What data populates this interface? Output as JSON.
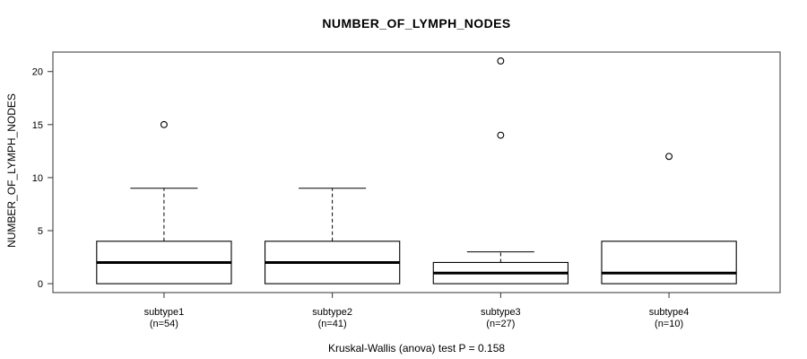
{
  "chart_data": {
    "type": "boxplot",
    "title": "NUMBER_OF_LYMPH_NODES",
    "ylabel": "NUMBER_OF_LYMPH_NODES",
    "xlabel": "",
    "caption": "Kruskal-Wallis (anova) test P = 0.158",
    "yticks": [
      0,
      5,
      10,
      15,
      20
    ],
    "ylim": [
      -0.84,
      21.84
    ],
    "grid": false,
    "legend": false,
    "groups": [
      {
        "label": "subtype1",
        "sublabel": "(n=54)",
        "n": 54,
        "q1": 0,
        "median": 2,
        "q3": 4,
        "whisker_low": 0,
        "whisker_high": 9,
        "outliers": [
          15
        ]
      },
      {
        "label": "subtype2",
        "sublabel": "(n=41)",
        "n": 41,
        "q1": 0,
        "median": 2,
        "q3": 4,
        "whisker_low": 0,
        "whisker_high": 9,
        "outliers": []
      },
      {
        "label": "subtype3",
        "sublabel": "(n=27)",
        "n": 27,
        "q1": 0,
        "median": 1,
        "q3": 2,
        "whisker_low": 0,
        "whisker_high": 3,
        "outliers": [
          14,
          21
        ]
      },
      {
        "label": "subtype4",
        "sublabel": "(n=10)",
        "n": 10,
        "q1": 0,
        "median": 1,
        "q3": 4,
        "whisker_low": 0,
        "whisker_high": 4,
        "outliers": [
          12
        ]
      }
    ],
    "colors": {
      "box_border": "#000000",
      "median": "#000000",
      "whisker": "#000000",
      "outlier": "#000000",
      "frame": "#555555",
      "tick": "#333333",
      "background": "#ffffff"
    }
  }
}
